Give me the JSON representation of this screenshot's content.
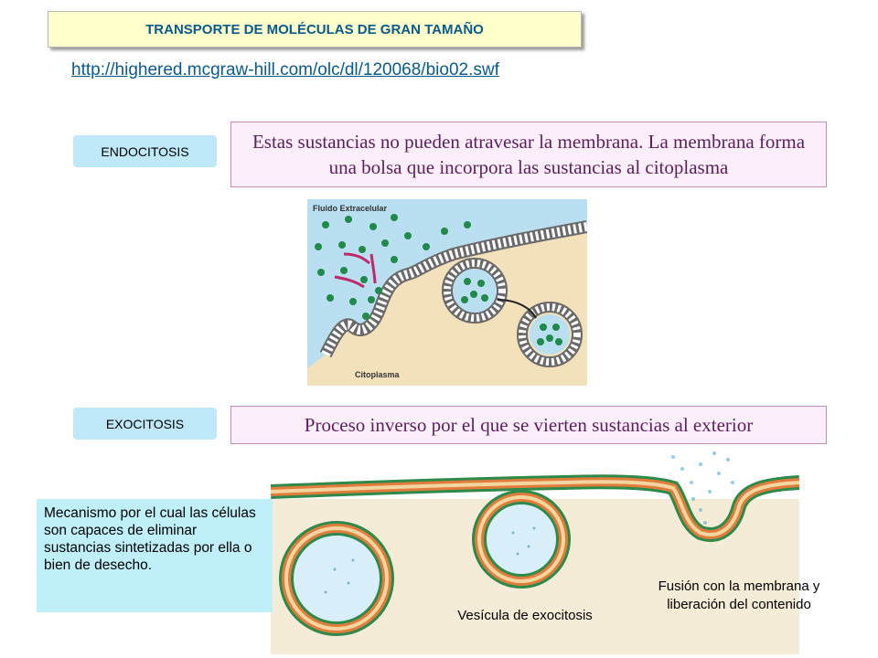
{
  "title": "TRANSPORTE DE MOLÉCULAS DE GRAN TAMAÑO",
  "link": "http://highered.mcgraw-hill.com/olc/dl/120068/bio02.swf",
  "endocitosis": {
    "label": "ENDOCITOSIS",
    "description": "Estas sustancias no pueden atravesar la membrana. La membrana forma una bolsa que incorpora las sustancias al citoplasma"
  },
  "endo_figure": {
    "top_label": "Fluido Extracelular",
    "bottom_label": "Citoplasma"
  },
  "exocitosis": {
    "label": "EXOCITOSIS",
    "description": "Proceso inverso por el que se vierten sustancias al exterior"
  },
  "mechanism_text": "Mecanismo por el cual las células son capaces de eliminar sustancias sintetizadas por ella o bien de desecho.",
  "exo_figure": {
    "vesicle_caption": "Vesícula de exocitosis",
    "fusion_caption": "Fusión con la membrana y liberación del contenido"
  },
  "colors": {
    "title_bg": "#ffffcc",
    "title_text": "#0a5a8a",
    "tag_bg": "#bfe8f8",
    "def_bg": "#fdeefb",
    "def_text": "#5a1f5c",
    "mech_bg": "#bfeff8",
    "extracellular": "#b9dff0",
    "cytoplasm": "#f3e1bc",
    "molecule": "#1f8a4a",
    "arrow": "#c0286a"
  }
}
